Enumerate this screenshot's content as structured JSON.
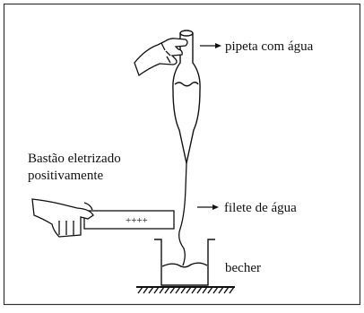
{
  "labels": {
    "pipette": "pipeta com água",
    "rod_line1": "Bastão eletrizado",
    "rod_line2": "positivamente",
    "rod_charges": "++++",
    "stream": "filete de água",
    "beaker": "becher"
  }
}
